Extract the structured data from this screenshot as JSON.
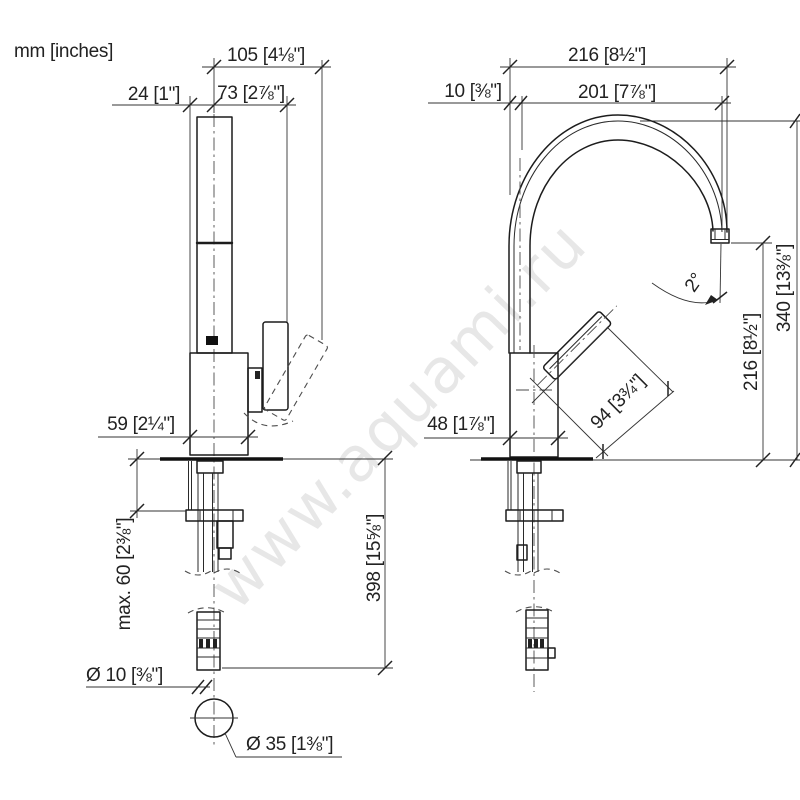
{
  "units_label": "mm [inches]",
  "watermark": "www.aquami.ru",
  "colors": {
    "line": "#1c1c1c",
    "watermark": "#e7e7e7",
    "background": "#ffffff"
  },
  "views": {
    "left": {
      "title": "faucet side view with mounting",
      "dims": {
        "reach_max": "105 [4⅛\"]",
        "back_offset": "24 [1\"]",
        "handle_offset": "73 [2⅞\"]",
        "body_depth": "59 [2¼\"]",
        "mount_thickness": "max. 60 [2⅜\"]",
        "under_height": "398 [15⅝\"]",
        "hose_dia": "Ø 10 [⅜\"]",
        "hole_dia": "Ø 35 [1⅜\"]"
      }
    },
    "right": {
      "title": "faucet front view with spout arc",
      "dims": {
        "total_reach": "216 [8½\"]",
        "center_offset": "10 [⅜\"]",
        "spout_reach": "201 [7⅞\"]",
        "spray_angle": "2°",
        "outlet_height": "216 [8½\"]",
        "overall_height": "340 [13⅜\"]",
        "body_depth": "48 [1⅞\"]",
        "handle_length": "94 [3¾\"]"
      }
    }
  }
}
